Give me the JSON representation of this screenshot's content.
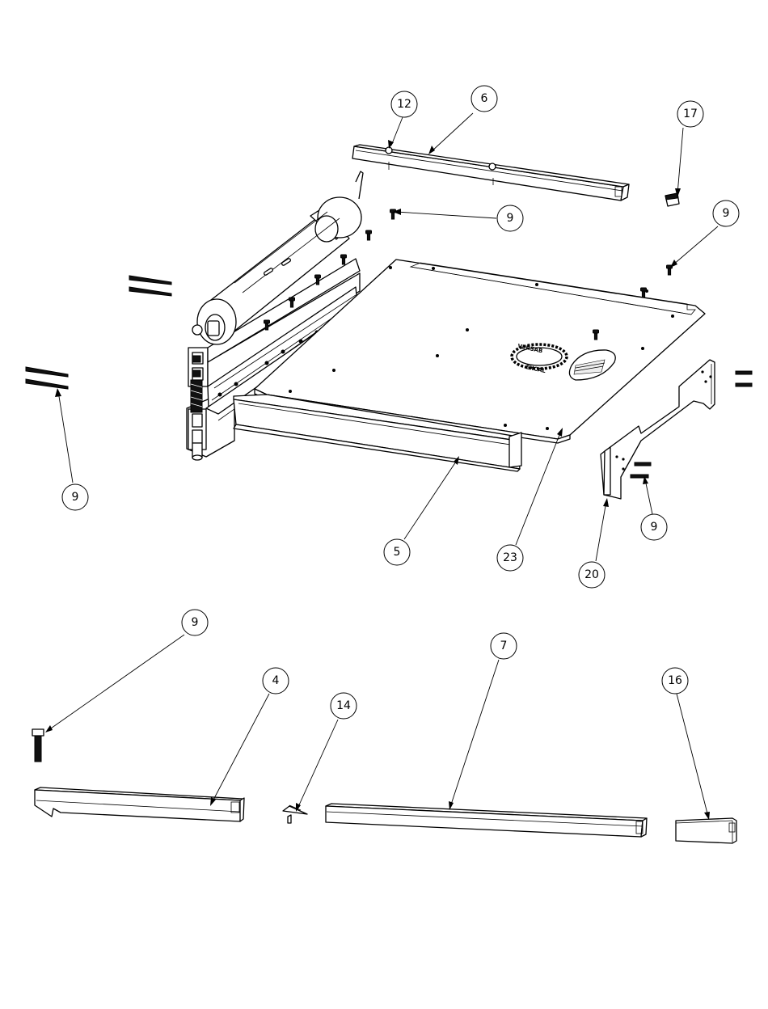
{
  "callouts": {
    "c12": "12",
    "c6": "6",
    "c17": "17",
    "c9_hardware": "9",
    "c9_right": "9",
    "c9_left": "9",
    "c9_support": "9",
    "c9_bolt": "9",
    "c5": "5",
    "c23": "23",
    "c20": "20",
    "c4": "4",
    "c14": "14",
    "c7": "7",
    "c16": "16"
  },
  "plate_engraving": {
    "line1": "VERSAB",
    "line2": "EXCAL"
  }
}
